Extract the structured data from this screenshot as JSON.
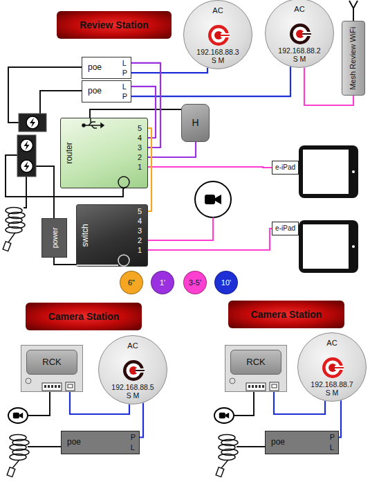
{
  "diagram": {
    "nodes": [
      {
        "text": [
          "Review Station"
        ]
      },
      {
        "text": [
          "AC",
          "192.168.88.3",
          "S M"
        ]
      },
      {
        "text": [
          "AC",
          "192.168.88.2",
          "S M"
        ]
      },
      {
        "text": [
          "Mesh Review WiFi"
        ]
      },
      {
        "text": [
          "poe",
          "L",
          "P"
        ]
      },
      {
        "text": [
          "poe",
          "L",
          "P"
        ]
      },
      {
        "text": [
          "router",
          "5",
          "4",
          "3",
          "2",
          "1"
        ]
      },
      {
        "text": [
          "H"
        ]
      },
      {
        "text": [
          "e-iPad"
        ]
      },
      {
        "text": [
          "switch",
          "5",
          "4",
          "3",
          "2",
          "1"
        ]
      },
      {
        "text": [
          "power"
        ]
      },
      {
        "text": [
          "e-iPad"
        ]
      },
      {
        "text": [
          "Camera Station"
        ]
      },
      {
        "text": [
          "RCK"
        ]
      },
      {
        "text": [
          "AC",
          "192.168.88.5",
          "S M"
        ]
      },
      {
        "text": [
          "poe",
          "P",
          "L"
        ]
      },
      {
        "text": [
          "Camera Station"
        ]
      },
      {
        "text": [
          "RCK"
        ]
      },
      {
        "text": [
          "AC",
          "192.168.88.7",
          "S M"
        ]
      },
      {
        "text": [
          "poe",
          "P",
          "L"
        ]
      }
    ],
    "edges": [
      {
        "from": 4,
        "to": 1,
        "arrow": "none"
      },
      {
        "from": 5,
        "to": 2,
        "arrow": "none"
      },
      {
        "from": 2,
        "to": 3,
        "arrow": "none"
      },
      {
        "from": 4,
        "to": 6,
        "arrow": "none"
      },
      {
        "from": 5,
        "to": 6,
        "arrow": "none"
      },
      {
        "from": 6,
        "to": 7,
        "arrow": "none"
      },
      {
        "from": 6,
        "to": 8,
        "arrow": "none"
      },
      {
        "from": 6,
        "to": 9,
        "arrow": "none"
      },
      {
        "from": 9,
        "to": 11,
        "arrow": "none"
      },
      {
        "from": 13,
        "to": 14,
        "arrow": "none"
      },
      {
        "from": 14,
        "to": 15,
        "arrow": "none"
      },
      {
        "from": 17,
        "to": 18,
        "arrow": "none"
      },
      {
        "from": 18,
        "to": 19,
        "arrow": "none"
      }
    ],
    "legend": [
      {
        "text": "6\"",
        "color": "#f5a623"
      },
      {
        "text": "1'",
        "color": "#9b30e0"
      },
      {
        "text": "3-5'",
        "color": "#ff3fd0"
      },
      {
        "text": "10'",
        "color": "#1f2fd6"
      }
    ]
  }
}
